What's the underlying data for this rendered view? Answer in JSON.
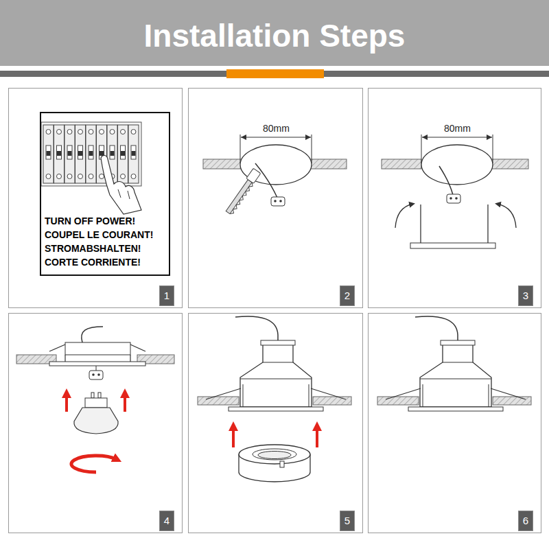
{
  "diagram": {
    "title": "Installation Steps",
    "nodes": [
      {
        "text": [
          "TURN OFF POWER!",
          "COUPEL LE COURANT!",
          "STROMABSHALTEN!",
          "CORTE CORRIENTE!"
        ]
      },
      {
        "text": [
          "1"
        ]
      },
      {
        "text": [
          "2"
        ]
      },
      {
        "text": [
          "3"
        ]
      },
      {
        "text": [
          "4"
        ]
      },
      {
        "text": [
          "5"
        ]
      },
      {
        "text": [
          "6"
        ]
      }
    ],
    "labels": [
      "80mm",
      "80mm"
    ]
  }
}
